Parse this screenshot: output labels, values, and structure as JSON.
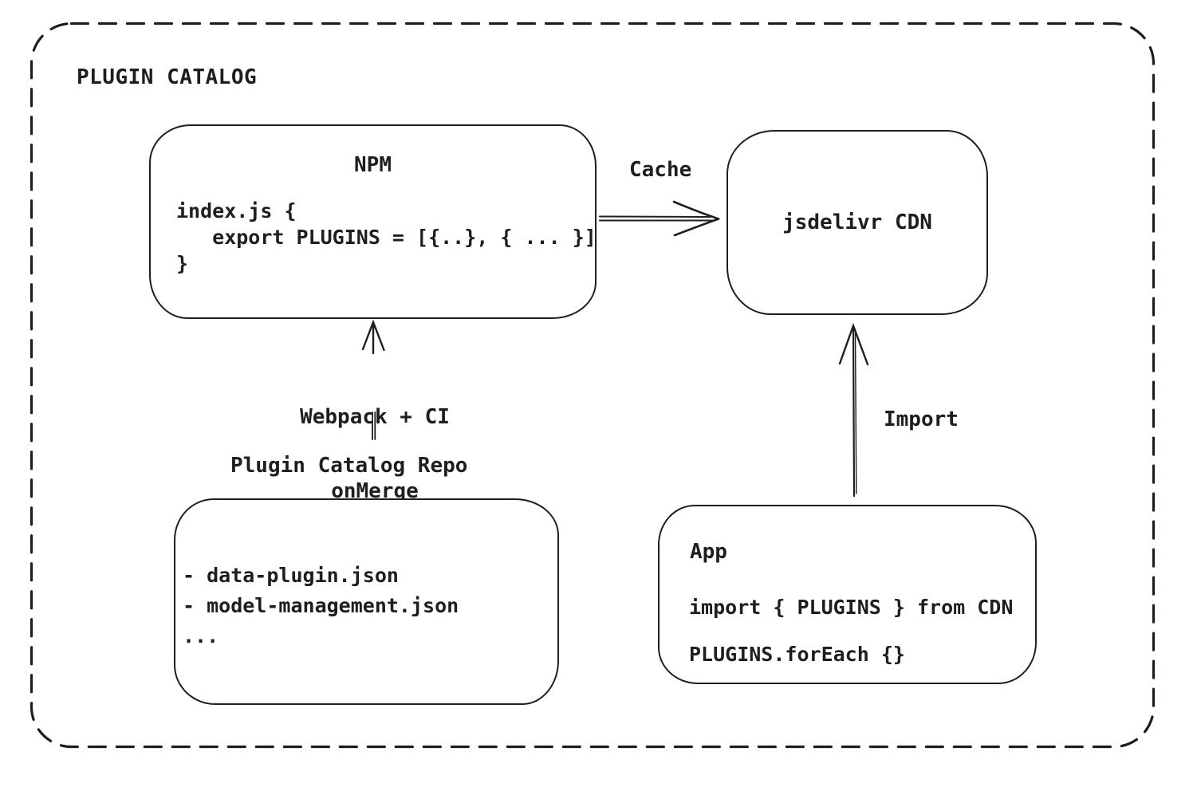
{
  "container": {
    "title": "PLUGIN CATALOG"
  },
  "nodes": {
    "npm": {
      "title": "NPM",
      "code": [
        "index.js {",
        "   export PLUGINS = [{..}, { ... }]",
        "}"
      ]
    },
    "cdn": {
      "title": "jsdelivr CDN"
    },
    "repo": {
      "label": "Plugin Catalog Repo",
      "items": [
        "- data-plugin.json",
        "- model-management.json",
        "..."
      ]
    },
    "app": {
      "title": "App",
      "code": [
        "import { PLUGINS } from CDN",
        "PLUGINS.forEach {}"
      ]
    }
  },
  "edges": {
    "cache": {
      "label": "Cache"
    },
    "build": {
      "label_line1": "Webpack + CI",
      "label_line2": "onMerge"
    },
    "import": {
      "label": "Import"
    }
  },
  "colors": {
    "ink": "#1e1e1e",
    "background": "#ffffff"
  }
}
